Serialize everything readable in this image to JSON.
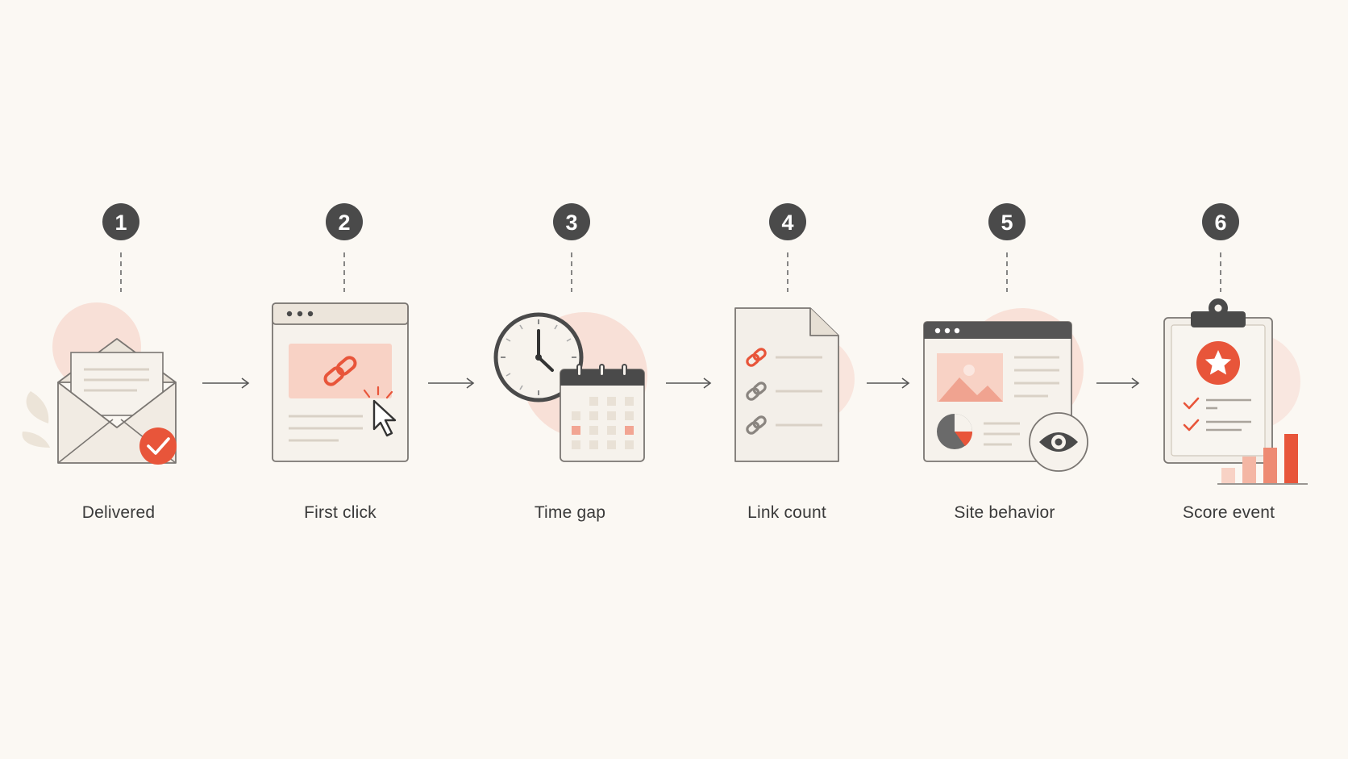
{
  "colors": {
    "background": "#fbf8f3",
    "badge": "#4a4a4a",
    "accent": "#e8553a",
    "accent_soft": "#f8d9cf",
    "paper": "#f3efe9",
    "outline": "#7a7672"
  },
  "steps": [
    {
      "number": "1",
      "label": "Delivered",
      "icon": "envelope-check-icon"
    },
    {
      "number": "2",
      "label": "First click",
      "icon": "browser-link-click-icon"
    },
    {
      "number": "3",
      "label": "Time gap",
      "icon": "clock-calendar-icon"
    },
    {
      "number": "4",
      "label": "Link count",
      "icon": "document-links-icon"
    },
    {
      "number": "5",
      "label": "Site behavior",
      "icon": "dashboard-eye-icon"
    },
    {
      "number": "6",
      "label": "Score event",
      "icon": "clipboard-star-chart-icon"
    }
  ]
}
